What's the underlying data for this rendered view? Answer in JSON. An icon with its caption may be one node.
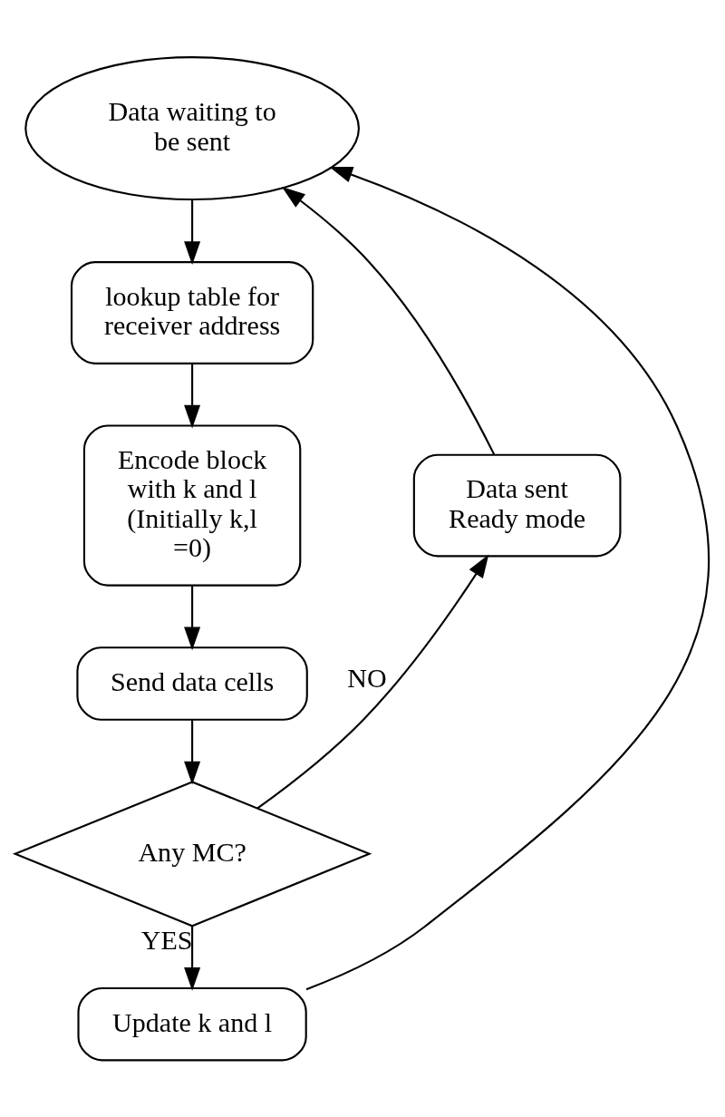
{
  "diagram": {
    "nodes": [
      {
        "text": [
          "Data waiting to be sent"
        ]
      },
      {
        "text": [
          "lookup table for receiver address"
        ]
      },
      {
        "text": [
          "Encode block with k and l (Initially k,l =0)"
        ]
      },
      {
        "text": [
          "Send data cells"
        ]
      },
      {
        "text": [
          "Any MC?"
        ]
      },
      {
        "text": [
          "Data sent Ready mode"
        ]
      },
      {
        "text": [
          "Update k and l"
        ]
      }
    ],
    "edges": [
      {
        "from": 0,
        "to": 1,
        "arrow": "to"
      },
      {
        "from": 1,
        "to": 2,
        "arrow": "to"
      },
      {
        "from": 2,
        "to": 3,
        "arrow": "to"
      },
      {
        "from": 3,
        "to": 4,
        "arrow": "to"
      },
      {
        "from": 4,
        "to": 5,
        "label": "NO",
        "arrow": "to"
      },
      {
        "from": 5,
        "to": 0,
        "arrow": "to"
      },
      {
        "from": 4,
        "to": 6,
        "label": "YES",
        "arrow": "to"
      },
      {
        "from": 6,
        "to": 0,
        "arrow": "to"
      }
    ]
  }
}
